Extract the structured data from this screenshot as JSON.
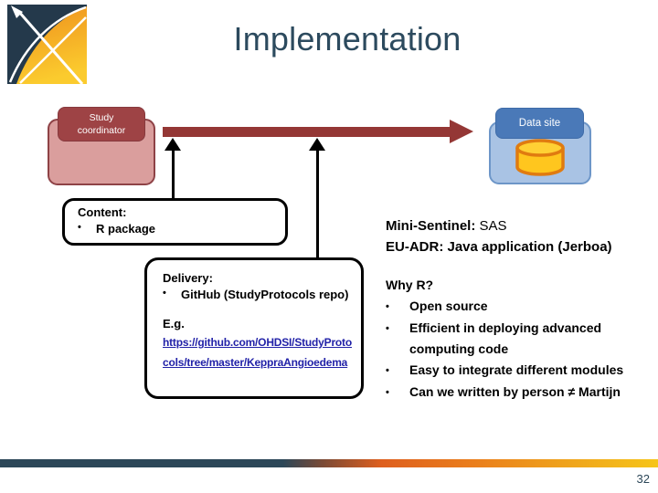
{
  "slide": {
    "title": "Implementation",
    "page_number": "32"
  },
  "icons": {
    "logo": "ohdsi-compass-logo",
    "database": "database-cylinder-icon"
  },
  "diagram": {
    "study_coordinator": {
      "label": "Study coordinator"
    },
    "data_site": {
      "label": "Data site"
    },
    "content_box": {
      "heading": "Content:",
      "bullet_glyph": "•",
      "bullets": [
        "R package"
      ]
    },
    "delivery_box": {
      "heading": "Delivery:",
      "bullet_glyph": "•",
      "bullets": [
        "GitHub (StudyProtocols repo)"
      ],
      "example_label": "E.g.",
      "link_line1": "https://github.com/OHDSI/StudyProto",
      "link_line2": "cols/tree/master/KeppraAngioedema",
      "link_full_url": "https://github.com/OHDSI/StudyProtocols/tree/master/KeppraAngioedema"
    },
    "platforms": {
      "line1_label": "Mini-Sentinel:",
      "line1_value": " SAS",
      "line2": "EU-ADR: Java application (Jerboa)"
    },
    "why_r": {
      "heading": "Why R?",
      "bullet_glyph": "•",
      "bullets": [
        "Open source",
        "Efficient in deploying advanced computing code",
        "Easy to integrate different modules",
        "Can we written by person ≠ Martijn"
      ]
    }
  },
  "colors": {
    "title_text": "#2C4A5E",
    "arrow_red": "#943735",
    "coordinator_tab": "#9E4345",
    "coordinator_body": "#DA9E9D",
    "data_site_tab": "#4A79B8",
    "data_site_body": "#A9C3E4",
    "database_fill": "#FFC61E",
    "database_border": "#E07B10",
    "link_blue": "#2222A8",
    "footer_slate": "#2C4758",
    "footer_orange": "#EA7E1C",
    "footer_yellow": "#F6C51A",
    "logo_navy": "#24394B",
    "logo_orange": "#EE8F1D"
  }
}
